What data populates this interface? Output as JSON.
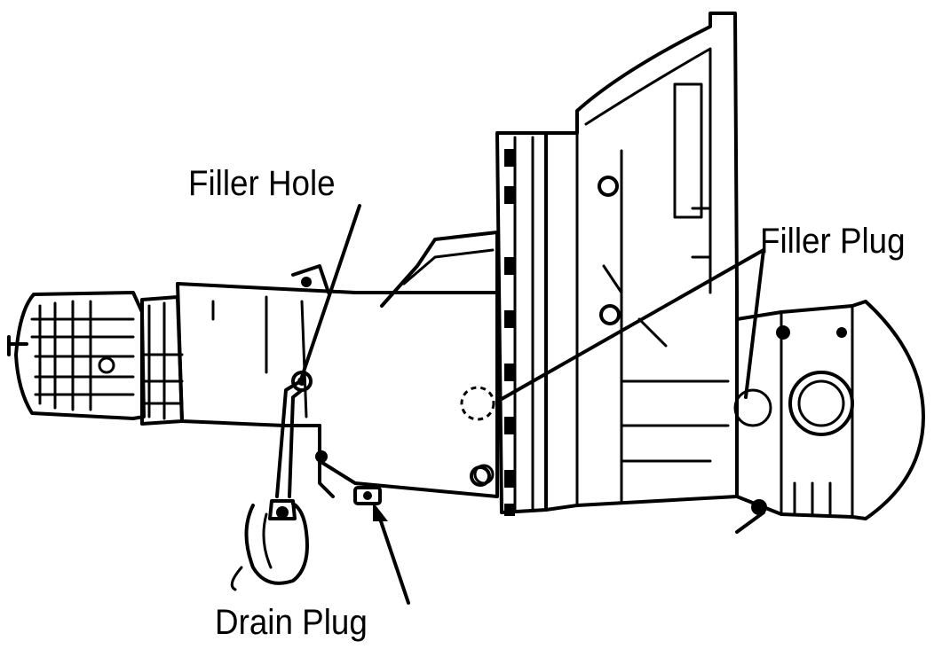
{
  "labels": {
    "filler_hole": "Filler Hole",
    "filler_plug": "Filler Plug",
    "drain_plug": "Drain Plug"
  },
  "colors": {
    "ink": "#000000",
    "paper": "#ffffff"
  }
}
